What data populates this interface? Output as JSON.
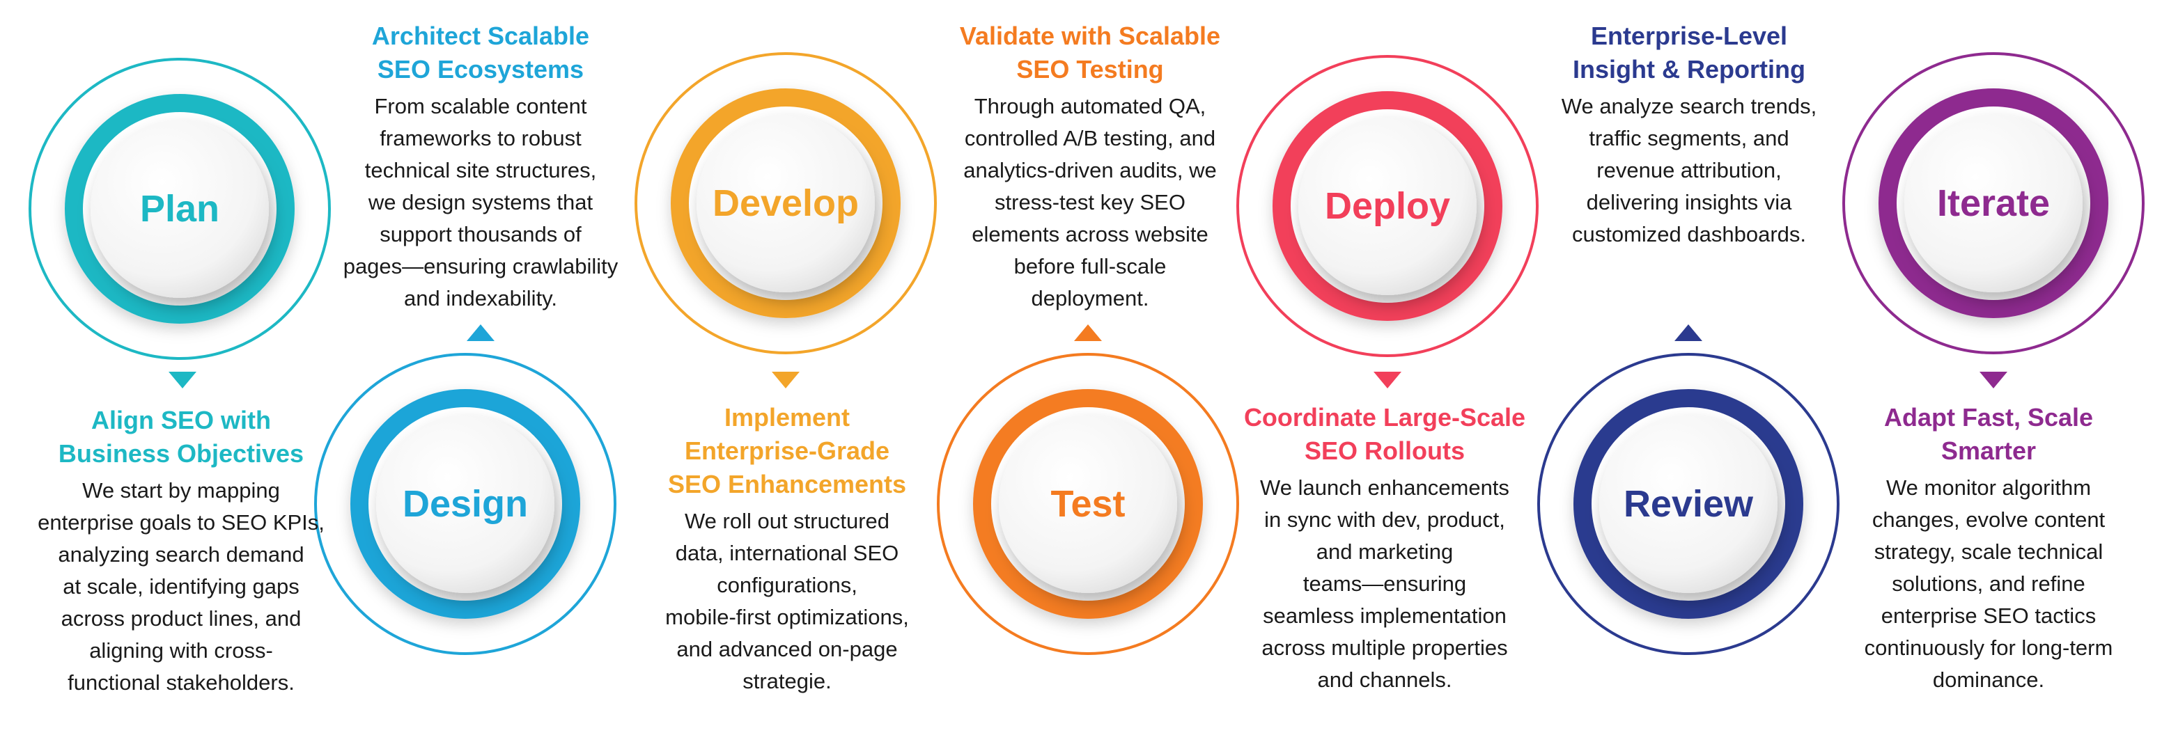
{
  "colors": {
    "plan": "#1db8c4",
    "design": "#1ea5d8",
    "develop": "#f3a52a",
    "test": "#f47b20",
    "deploy": "#f23f5a",
    "review": "#2b3a8f",
    "iterate": "#8e2a8f"
  },
  "steps": [
    {
      "id": "plan",
      "label": "Plan",
      "heading": "Align SEO with\nBusiness Objectives",
      "body": "We start by mapping\nenterprise goals to SEO KPIs,\nanalyzing search demand\nat scale, identifying gaps\nacross product lines, and\naligning with cross-\nfunctional stakeholders."
    },
    {
      "id": "design",
      "label": "Design",
      "heading": "Architect Scalable\nSEO Ecosystems",
      "body": "From scalable content\nframeworks to robust\ntechnical site structures,\nwe design systems that\nsupport thousands of\npages—ensuring crawlability\nand indexability."
    },
    {
      "id": "develop",
      "label": "Develop",
      "heading": "Implement\nEnterprise-Grade\nSEO Enhancements",
      "body": "We roll out structured\ndata, international SEO\nconfigurations,\nmobile-first optimizations,\nand advanced on-page\nstrategie."
    },
    {
      "id": "test",
      "label": "Test",
      "heading": "Validate with Scalable\nSEO Testing",
      "body": "Through automated QA,\ncontrolled A/B testing, and\nanalytics-driven audits, we\nstress-test key SEO\nelements across website\nbefore full-scale\ndeployment."
    },
    {
      "id": "deploy",
      "label": "Deploy",
      "heading": "Coordinate Large-Scale\nSEO Rollouts",
      "body": "We launch enhancements\nin sync with dev, product,\nand marketing\nteams—ensuring\nseamless implementation\nacross multiple properties\nand channels."
    },
    {
      "id": "review",
      "label": "Review",
      "heading": "Enterprise-Level\nInsight & Reporting",
      "body": "We analyze search trends,\ntraffic segments, and\nrevenue attribution,\ndelivering insights via\ncustomized dashboards."
    },
    {
      "id": "iterate",
      "label": "Iterate",
      "heading": "Adapt Fast, Scale\nSmarter",
      "body": "We monitor algorithm\nchanges, evolve content\nstrategy, scale technical\nsolutions, and refine\nenterprise SEO tactics\ncontinuously for long-term\ndominance."
    }
  ]
}
